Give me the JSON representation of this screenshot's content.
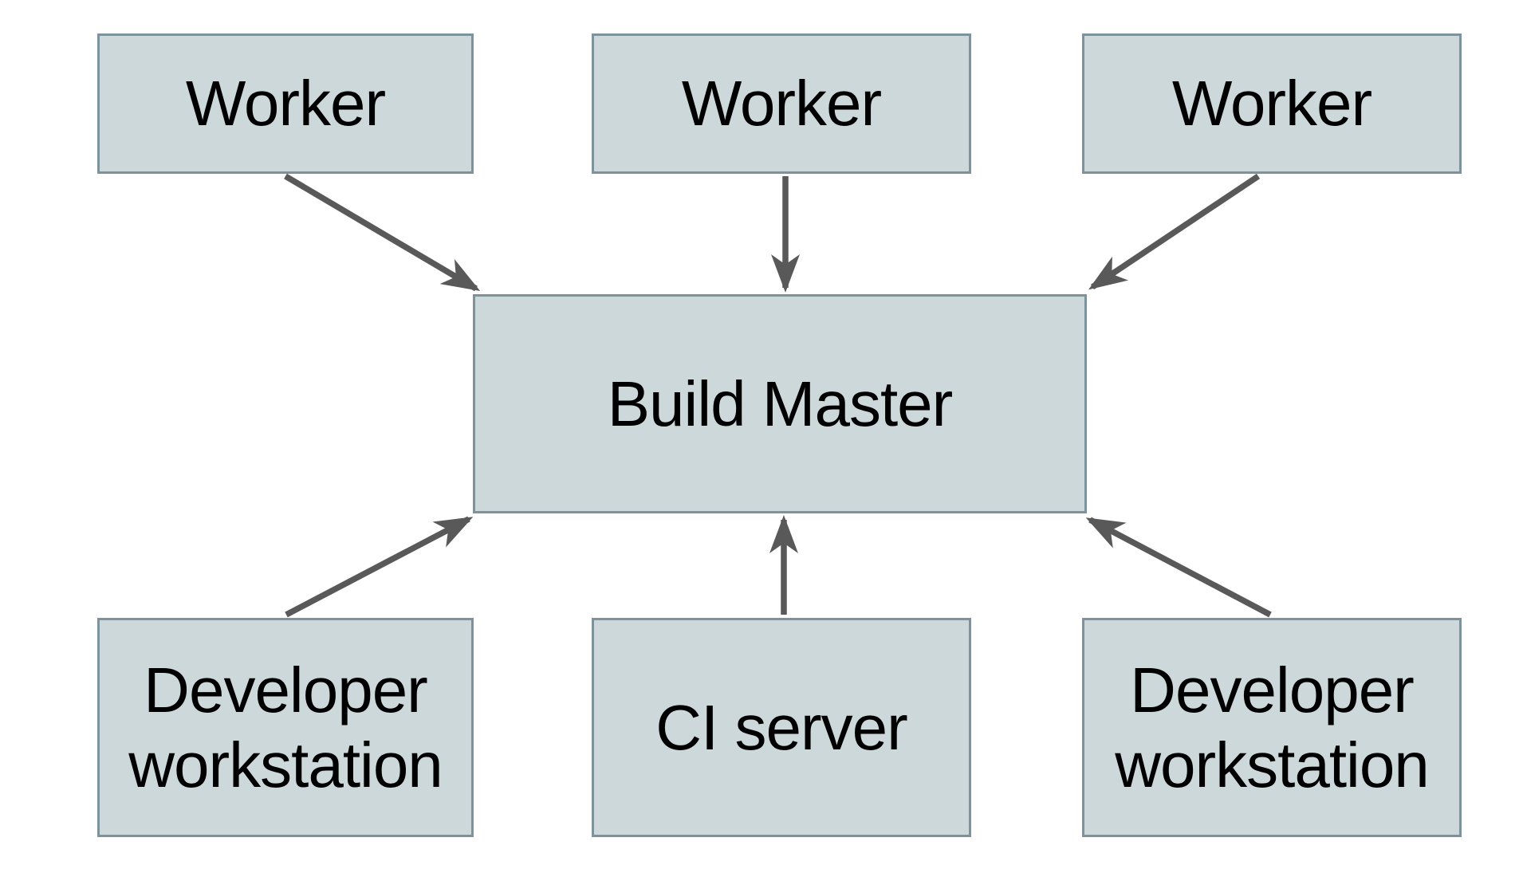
{
  "diagram": {
    "colors": {
      "background": "#ffffff",
      "node_fill": "#cdd8da",
      "node_border": "#7d929c",
      "arrow": "#595959",
      "text": "#000000"
    },
    "nodes": [
      {
        "id": "worker-left",
        "label": "Worker"
      },
      {
        "id": "worker-center",
        "label": "Worker"
      },
      {
        "id": "worker-right",
        "label": "Worker"
      },
      {
        "id": "build-master",
        "label": "Build Master"
      },
      {
        "id": "developer-workstation-left",
        "label": "Developer workstation"
      },
      {
        "id": "ci-server",
        "label": "CI server"
      },
      {
        "id": "developer-workstation-right",
        "label": "Developer workstation"
      }
    ],
    "edges": [
      {
        "from": "worker-left",
        "to": "build-master",
        "direction": "down-right"
      },
      {
        "from": "worker-center",
        "to": "build-master",
        "direction": "down"
      },
      {
        "from": "worker-right",
        "to": "build-master",
        "direction": "down-left"
      },
      {
        "from": "developer-workstation-left",
        "to": "build-master",
        "direction": "up-right"
      },
      {
        "from": "ci-server",
        "to": "build-master",
        "direction": "up"
      },
      {
        "from": "developer-workstation-right",
        "to": "build-master",
        "direction": "up-left"
      }
    ]
  }
}
